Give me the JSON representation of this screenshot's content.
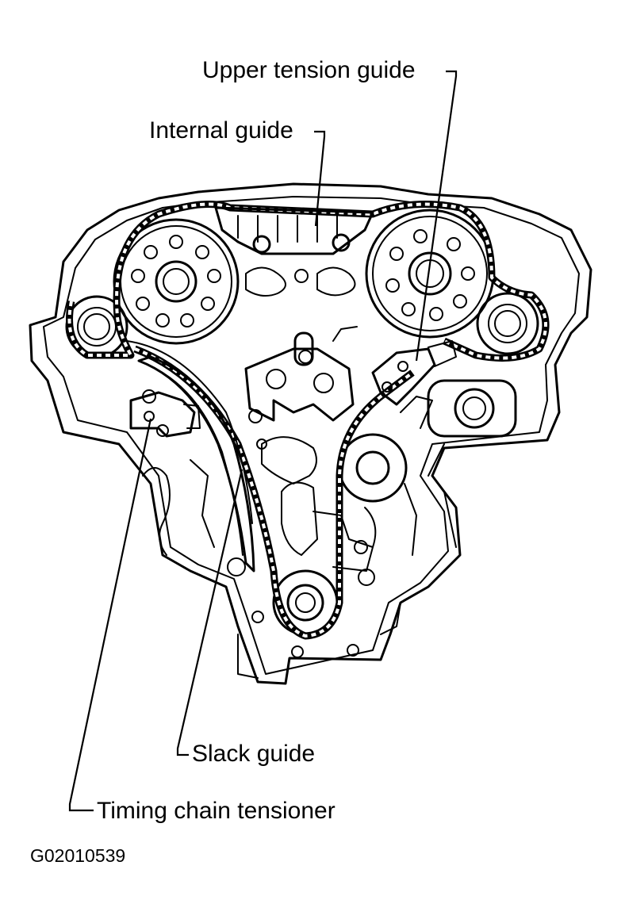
{
  "labels": {
    "upper_tension_guide": "Upper tension guide",
    "internal_guide": "Internal guide",
    "slack_guide": "Slack guide",
    "timing_chain_tensioner": "Timing chain tensioner"
  },
  "figure_id": "G02010539",
  "colors": {
    "ink": "#000000",
    "paper": "#ffffff"
  }
}
